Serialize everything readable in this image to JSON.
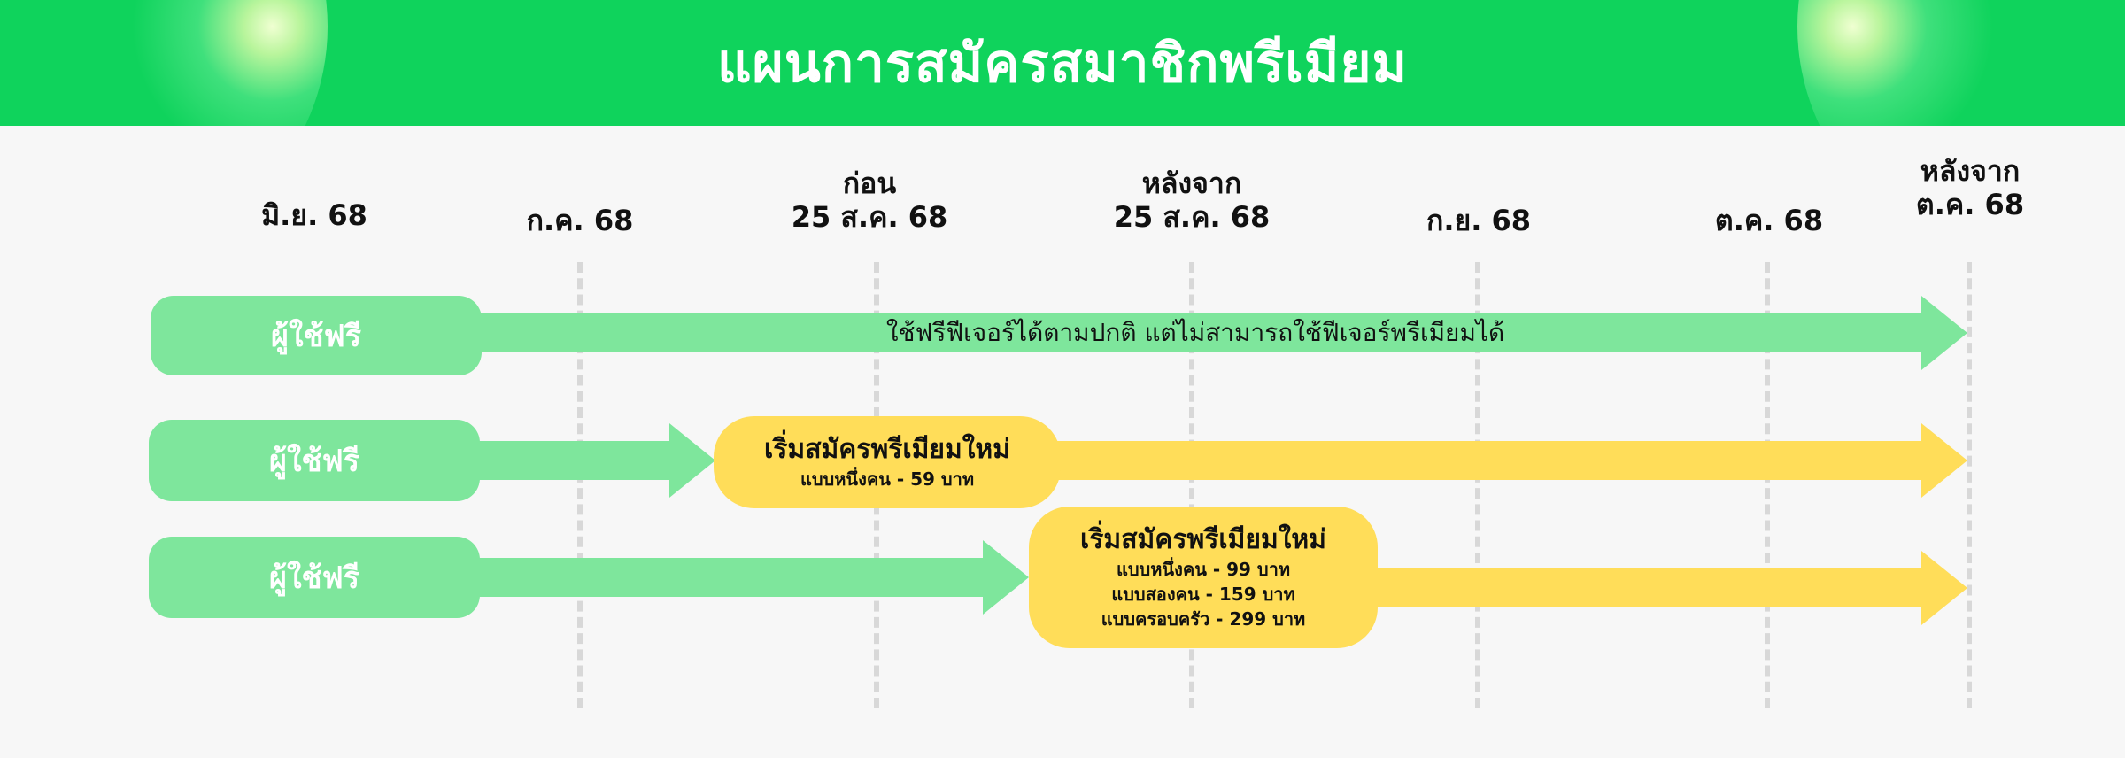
{
  "header": {
    "title": "แผนการสมัครสมาชิกพรีเมียม"
  },
  "timeline": [
    {
      "lines": [
        "มิ.ย. 68"
      ]
    },
    {
      "lines": [
        "ก.ค. 68"
      ]
    },
    {
      "lines": [
        "ก่อน",
        "25 ส.ค. 68"
      ]
    },
    {
      "lines": [
        "หลังจาก",
        "25 ส.ค. 68"
      ]
    },
    {
      "lines": [
        "ก.ย. 68"
      ]
    },
    {
      "lines": [
        "ต.ค. 68"
      ]
    },
    {
      "lines": [
        "หลังจาก",
        "ต.ค. 68"
      ]
    }
  ],
  "rows": [
    {
      "label": "ผู้ใช้ฟรี",
      "note": "ใช้ฟรีฟีเจอร์ได้ตามปกติ แต่ไม่สามารถใช้ฟีเจอร์พรีเมียมได้"
    },
    {
      "label": "ผู้ใช้ฟรี",
      "premium": {
        "title": "เริ่มสมัครพรีเมียมใหม่",
        "lines": [
          "แบบหนึ่งคน - 59 บาท"
        ]
      }
    },
    {
      "label": "ผู้ใช้ฟรี",
      "premium": {
        "title": "เริ่มสมัครพรีเมียมใหม่",
        "lines": [
          "แบบหนึ่งคน - 99 บาท",
          "แบบสองคน - 159 บาท",
          "แบบครอบครัว - 299 บาท"
        ]
      }
    }
  ],
  "colors": {
    "header": "#0fd35c",
    "free": "#7ee69c",
    "premium": "#ffdd59",
    "divider": "#d8d8d8"
  }
}
